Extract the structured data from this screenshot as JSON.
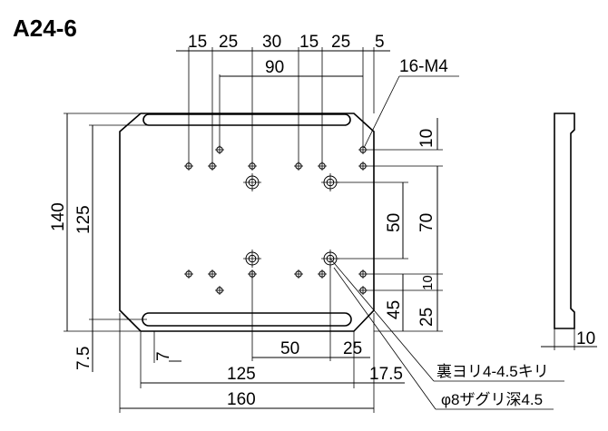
{
  "title": "A24-6",
  "top_dims": {
    "d15a": "15",
    "d25a": "25",
    "d30": "30",
    "d15b": "15",
    "d25b": "25",
    "d5": "5",
    "d90": "90"
  },
  "thread_label": "16-M4",
  "left_dims": {
    "d140": "140",
    "d125": "125",
    "d7_5": "7.5"
  },
  "right_dims": {
    "d10a": "10",
    "d50": "50",
    "d70": "70",
    "d10b": "10",
    "d45": "45",
    "d25": "25"
  },
  "bottom_dims": {
    "d7": "7",
    "d50": "50",
    "d25": "25",
    "d125": "125",
    "d17_5": "17.5",
    "d160": "160"
  },
  "side_dims": {
    "d10": "10"
  },
  "notes": {
    "back_holes": "裏ヨリ4-4.5キリ",
    "counterbore": "φ8ザグリ深4.5"
  }
}
